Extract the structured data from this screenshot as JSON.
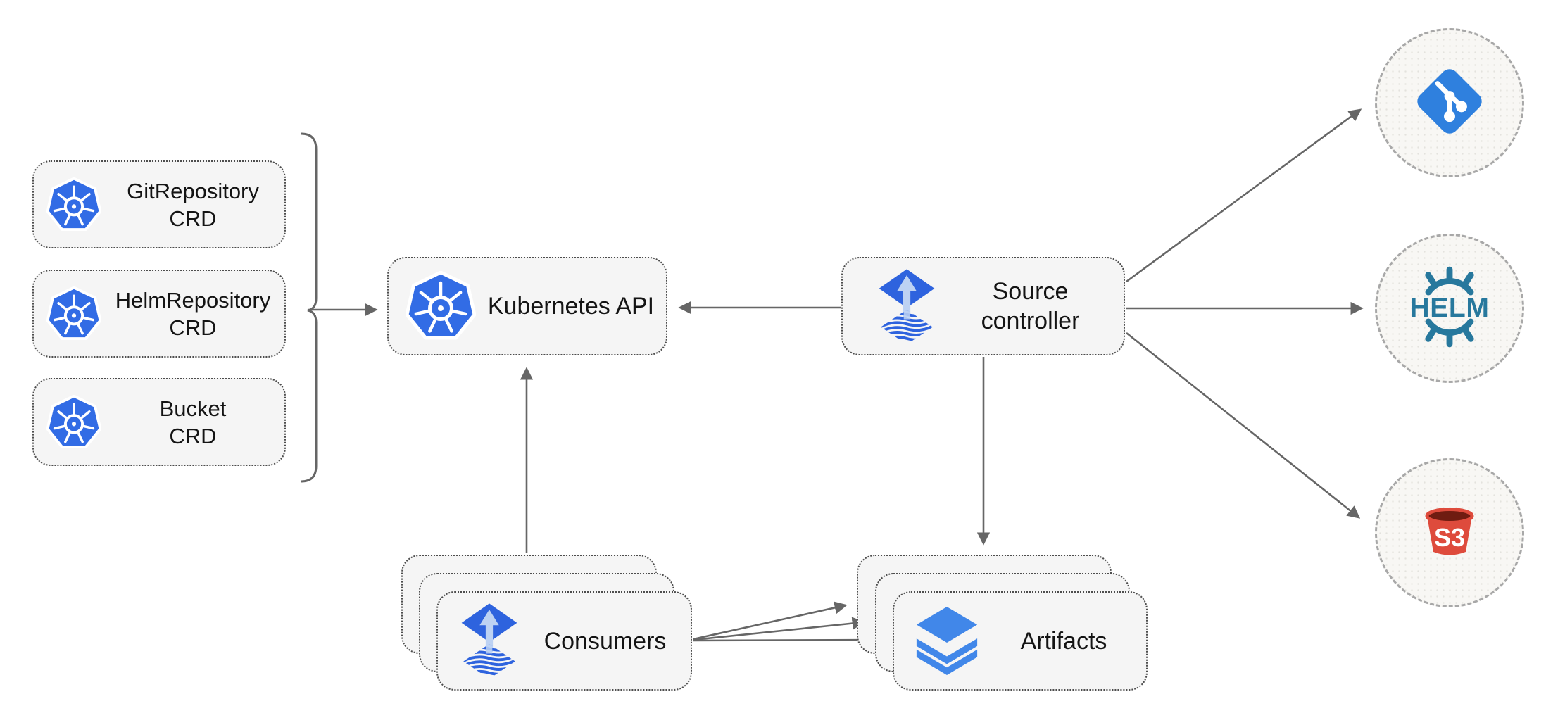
{
  "nodes": {
    "crd_boxes": [
      {
        "line1": "GitRepository",
        "line2": "CRD",
        "icon": "kubernetes-icon"
      },
      {
        "line1": "HelmRepository",
        "line2": "CRD",
        "icon": "kubernetes-icon"
      },
      {
        "line1": "Bucket",
        "line2": "CRD",
        "icon": "kubernetes-icon"
      }
    ],
    "kubernetes_api": {
      "label": "Kubernetes API",
      "icon": "kubernetes-icon"
    },
    "source_controller": {
      "line1": "Source",
      "line2": "controller",
      "icon": "flux-icon"
    },
    "consumers": {
      "label": "Consumers",
      "icon": "flux-icon",
      "stacked": 3
    },
    "artifacts": {
      "label": "Artifacts",
      "icon": "layers-icon",
      "stacked": 3
    }
  },
  "external_targets": {
    "git": {
      "icon": "git-icon"
    },
    "helm": {
      "icon": "helm-icon",
      "text": "HELM"
    },
    "s3": {
      "icon": "s3-bucket-icon",
      "text": "S3"
    }
  },
  "connections": [
    "crd-bracket to kubernetes-api",
    "source-controller to kubernetes-api",
    "consumers to kubernetes-api",
    "source-controller to artifacts",
    "source-controller to git",
    "source-controller to helm",
    "source-controller to s3",
    "consumers to artifacts (x3)"
  ],
  "colors": {
    "canvas_bg": "#ffffff",
    "kubernetes_blue": "#326ce5",
    "flux_blue": "#2e63de",
    "flux_arrow_light": "#bdd2f3",
    "layers_blue": "#4187e9",
    "git_blue": "#2f80de",
    "helm_teal": "#27789d",
    "s3_red": "#de4b3c",
    "s3_dark": "#6f1c11",
    "arrow_gray": "#666666",
    "node_fill": "#f5f5f5",
    "node_border": "#4d4d4d",
    "circle_border": "#a8a8a8",
    "text": "#141414"
  }
}
